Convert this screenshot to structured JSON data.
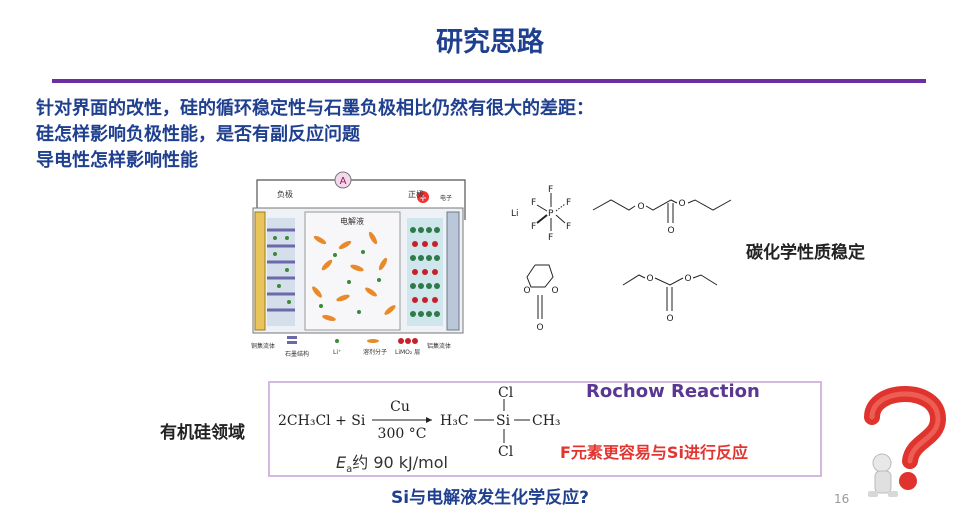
{
  "title": "研究思路",
  "intro": {
    "line1": "针对界面的改性，硅的循环稳定性与石墨负极相比仍然有很大的差距：",
    "line2": "硅怎样影响负极性能，是否有副反应问题",
    "line3": "导电性怎样影响性能"
  },
  "battery": {
    "negative_label": "负极",
    "positive_label": "正极",
    "electrolyte_label": "电解液",
    "ammeter_symbol": "A",
    "electron_label": "电子",
    "copper_collector": "铜集流体",
    "graphite_structure": "石墨结构",
    "li_label": "Li⁺",
    "solvent_label": "溶剂分子",
    "limo2_label": "LiMO₂ 层",
    "al_collector": "铝集流体"
  },
  "molecules": {
    "li": "Li",
    "p": "P",
    "f": "F",
    "o": "O"
  },
  "carbonate_stable": "碳化学性质稳定",
  "silicon_field": "有机硅领域",
  "reaction": {
    "reactants": "2CH₃Cl + Si",
    "catalyst": "Cu",
    "temperature": "300 °C",
    "product_left": "H₃C",
    "product_center": "Si",
    "product_right": "CH₃",
    "cl": "Cl",
    "ea_text": "约 90 kJ/mol",
    "ea_symbol": "E",
    "ea_sub": "a"
  },
  "rochow": "Rochow Reaction",
  "fluorine_note": "F元素更容易与Si进行反应",
  "question": "Si与电解液发生化学反应?",
  "page_number": "16",
  "colors": {
    "title": "#1f3f8f",
    "rule": "#6b2fa0",
    "rochow": "#5a3790",
    "note": "#e23530"
  }
}
